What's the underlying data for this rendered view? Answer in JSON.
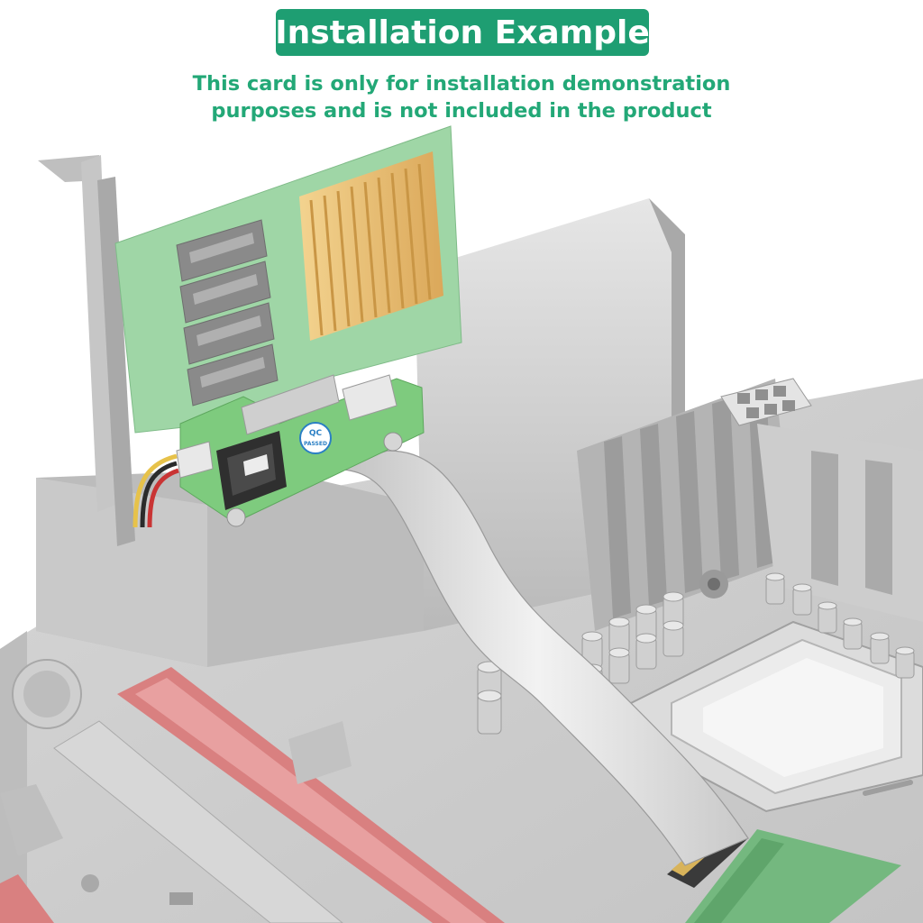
{
  "title": "Installation Example",
  "note": {
    "line1": "This card is only for installation demonstration",
    "line2": "purposes and is not included in the product"
  },
  "colors": {
    "accent": "#1e9e72",
    "note_text": "#23a877",
    "motherboard": "#cfcfcf",
    "pcie_slot": "#d98080",
    "pcb_green": "#8ccf9a",
    "heatsink": "#e8bd6e"
  },
  "card_logo_text": "PASSED",
  "card_logo_badge": "QC"
}
